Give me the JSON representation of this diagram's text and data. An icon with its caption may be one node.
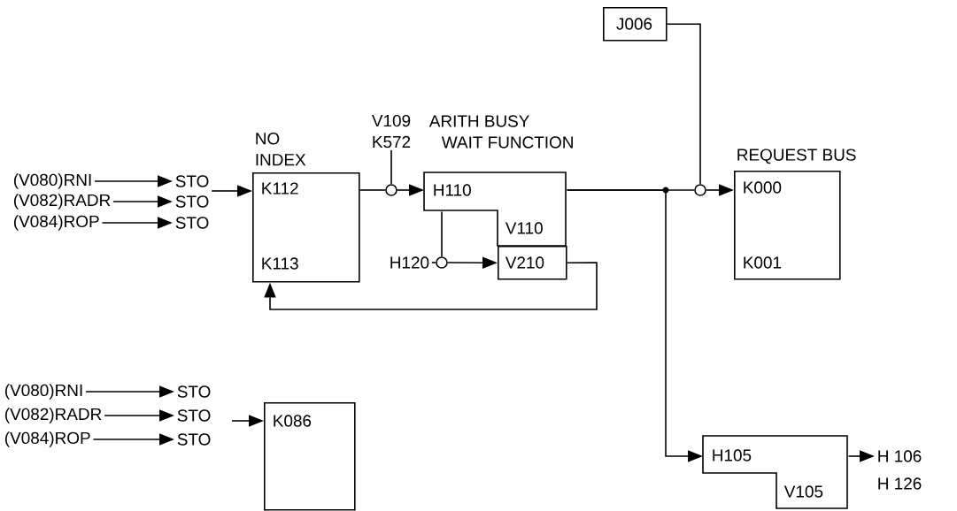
{
  "diagram": {
    "nodes": [
      {
        "text": [
          "(V080)RNI"
        ]
      },
      {
        "text": [
          "STO"
        ]
      },
      {
        "text": [
          "(V082)RADR"
        ]
      },
      {
        "text": [
          "STO"
        ]
      },
      {
        "text": [
          "(V084)ROP"
        ]
      },
      {
        "text": [
          "STO"
        ]
      },
      {
        "text": [
          "NO INDEX",
          "K112",
          "K113"
        ]
      },
      {
        "text": [
          "V109 K572"
        ]
      },
      {
        "text": [],
        "shape": "circle"
      },
      {
        "text": [
          "H110",
          "V110"
        ]
      },
      {
        "text": [
          "H120"
        ]
      },
      {
        "text": [],
        "shape": "circle"
      },
      {
        "text": [
          "V210"
        ]
      },
      {
        "text": [
          "J006"
        ]
      },
      {
        "text": [],
        "shape": "circle"
      },
      {
        "text": [
          "REQUEST BUS",
          "K000",
          "K001"
        ]
      },
      {
        "text": [
          "H105",
          "V105"
        ]
      },
      {
        "text": [
          "H 106"
        ]
      },
      {
        "text": [
          "(V080)RNI"
        ]
      },
      {
        "text": [
          "STO"
        ]
      },
      {
        "text": [
          "(V082)RADR"
        ]
      },
      {
        "text": [
          "STO"
        ]
      },
      {
        "text": [
          "(V084)ROP"
        ]
      },
      {
        "text": [
          "STO"
        ]
      },
      {
        "text": [
          "K086"
        ]
      }
    ],
    "edges": [
      {
        "from": 0,
        "to": 1,
        "arrow": "to"
      },
      {
        "from": 2,
        "to": 3,
        "arrow": "to"
      },
      {
        "from": 4,
        "to": 5,
        "arrow": "to"
      },
      {
        "from": 1,
        "to": 6,
        "arrow": "to"
      },
      {
        "from": 6,
        "to": 8,
        "arrow": "none"
      },
      {
        "from": 7,
        "to": 8,
        "arrow": "none"
      },
      {
        "from": 8,
        "to": 9,
        "arrow": "to"
      },
      {
        "from": 10,
        "to": 11,
        "arrow": "none"
      },
      {
        "from": 9,
        "to": 11,
        "arrow": "none"
      },
      {
        "from": 11,
        "to": 12,
        "arrow": "to"
      },
      {
        "from": 12,
        "to": 6,
        "arrow": "to"
      },
      {
        "from": 9,
        "to": 14,
        "arrow": "none"
      },
      {
        "from": 13,
        "to": 14,
        "arrow": "none"
      },
      {
        "from": 14,
        "to": 15,
        "arrow": "to"
      },
      {
        "from": 9,
        "to": 16,
        "arrow": "to"
      },
      {
        "from": 16,
        "to": 17,
        "arrow": "to"
      },
      {
        "from": 18,
        "to": 19,
        "arrow": "to"
      },
      {
        "from": 20,
        "to": 21,
        "arrow": "to"
      },
      {
        "from": 22,
        "to": 23,
        "arrow": "to"
      },
      {
        "from": null,
        "to": 24,
        "arrow": "to"
      }
    ],
    "labels": [
      "ARITH BUSY",
      "WAIT FUNCTION",
      "H 126"
    ]
  }
}
